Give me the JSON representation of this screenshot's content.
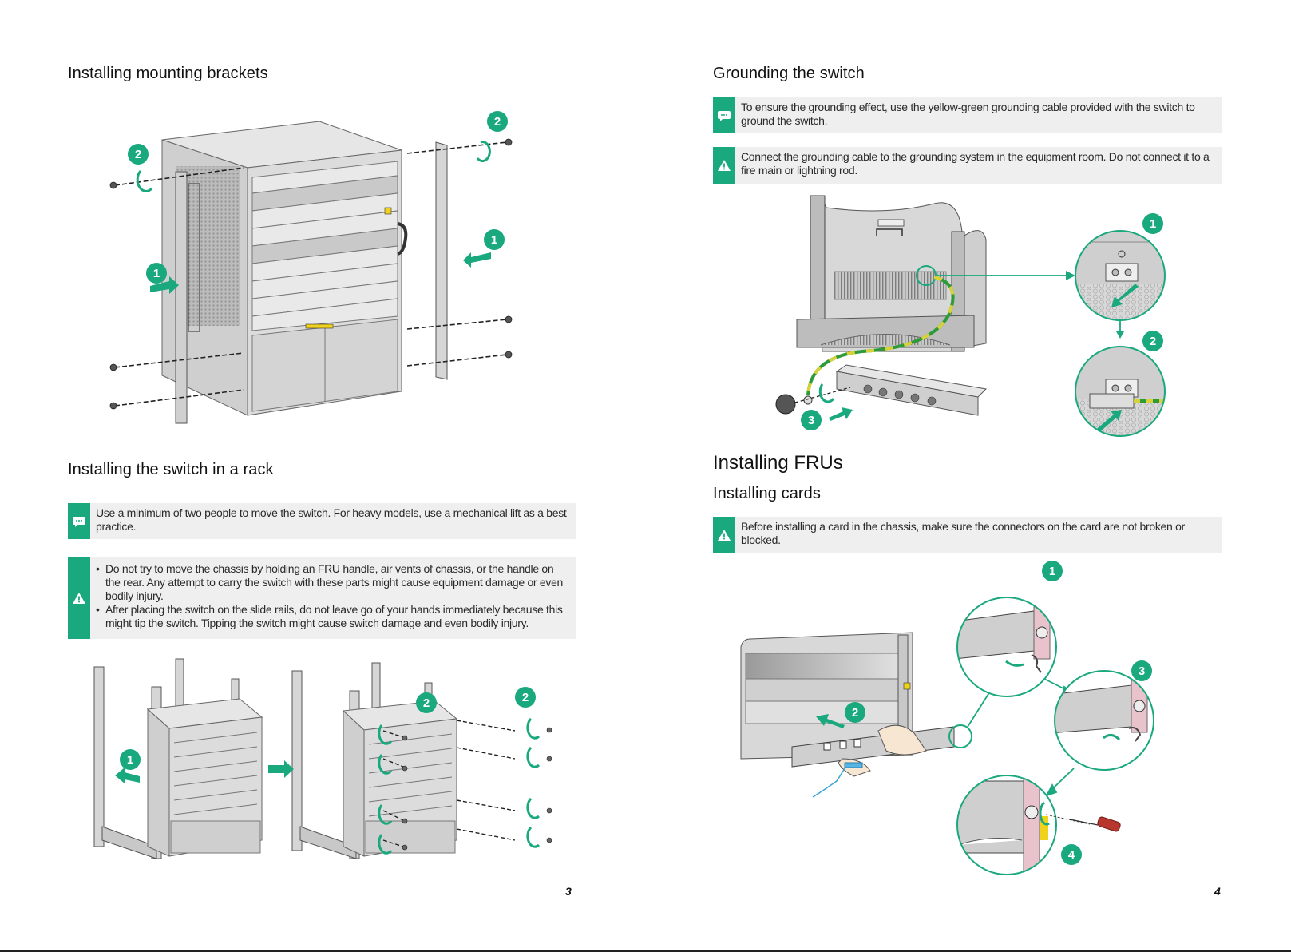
{
  "left_page": {
    "page_number": "3",
    "sections": [
      {
        "heading": "Installing mounting brackets",
        "figure": {
          "name": "mounting-brackets-figure",
          "steps": [
            "1",
            "2",
            "1",
            "2"
          ]
        }
      },
      {
        "heading": "Installing the switch in a rack",
        "callouts": [
          {
            "type": "note",
            "icon": "note-icon",
            "text": "Use a minimum of two people to move the switch. For heavy models, use a mechanical lift as a best practice."
          },
          {
            "type": "warning",
            "icon": "warning-icon",
            "items": [
              "Do not try to move the chassis by holding an FRU handle, air vents of chassis, or the handle on the rear. Any attempt to carry the switch with these parts might cause equipment damage or even bodily injury.",
              "After placing the switch on the slide rails, do not leave go of your hands immediately because this might tip the switch. Tipping the switch might cause switch damage and even bodily injury."
            ]
          }
        ],
        "figure": {
          "name": "rack-install-figure",
          "steps": [
            "1",
            "2",
            "2"
          ]
        }
      }
    ]
  },
  "right_page": {
    "page_number": "4",
    "grounding": {
      "heading": "Grounding the switch",
      "callouts": [
        {
          "type": "note",
          "icon": "note-icon",
          "text": "To ensure the grounding effect, use the yellow-green grounding cable provided with the switch to ground the switch."
        },
        {
          "type": "warning",
          "icon": "warning-icon",
          "text": "Connect the grounding cable to the grounding system in the equipment room. Do not connect it to a fire main or lightning rod."
        }
      ],
      "figure": {
        "name": "grounding-figure",
        "steps": [
          "1",
          "2",
          "3"
        ]
      }
    },
    "frus": {
      "heading": "Installing FRUs",
      "subheading": "Installing cards",
      "callouts": [
        {
          "type": "warning",
          "icon": "warning-icon",
          "text": "Before installing a card in the chassis, make sure the connectors on the card are not broken or blocked."
        }
      ],
      "figure": {
        "name": "card-install-figure",
        "steps": [
          "1",
          "2",
          "3",
          "4"
        ]
      }
    }
  },
  "colors": {
    "accent": "#1aa87e",
    "callout_bg": "#efefef",
    "ground_cable_green": "#2f9a3a",
    "ground_cable_yellow": "#d8d23a",
    "label_yellow": "#f1d21b",
    "card_pink": "#e9c3cc"
  }
}
